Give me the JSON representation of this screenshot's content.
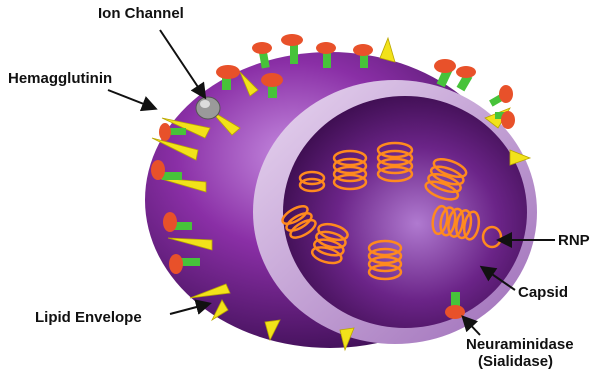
{
  "labels": {
    "ion_channel": "Ion Channel",
    "hemagglutinin": "Hemagglutinin",
    "rnp": "RNP",
    "capsid": "Capsid",
    "lipid_envelope": "Lipid Envelope",
    "neuraminidase": "Neuraminidase",
    "sialidase": "(Sialidase)"
  },
  "colors": {
    "envelope": "#8a2fa6",
    "capsid_ring": "#c9a6dc",
    "interior": "#5c1f6e",
    "rnp": "#ff8a1e",
    "hemagglutinin_spike": "#f2e21a",
    "neuraminidase_stalk": "#47c33a",
    "neuraminidase_head": "#e8512a",
    "ion_channel": "#9a9a9a"
  }
}
